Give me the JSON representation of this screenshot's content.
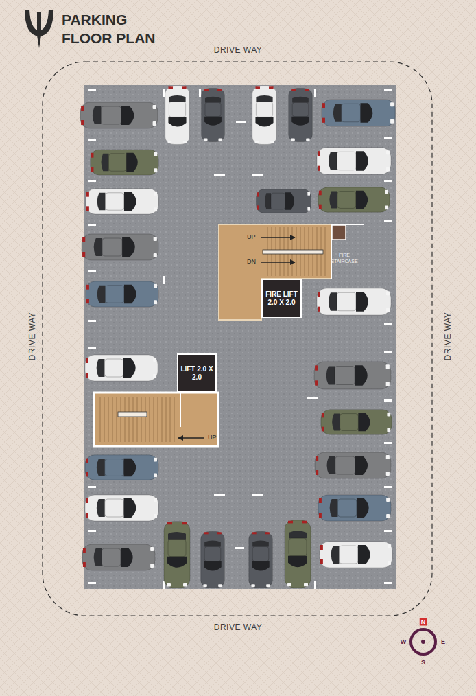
{
  "diagram": {
    "title": "PARKING FLOOR PLAN",
    "nodes": [
      {
        "text": [
          "UP",
          "DN"
        ]
      },
      {
        "text": [
          "FIRE LIFT 2.0 X 2.0"
        ]
      },
      {
        "text": [
          "LIFT 2.0 X 2.0"
        ]
      },
      {
        "text": [
          "UP"
        ]
      }
    ],
    "labels": [
      "DRIVE WAY",
      "DRIVE WAY",
      "DRIVE WAY",
      "DRIVE WAY",
      "FIRE STAIRCASE",
      "N",
      "W",
      "E",
      "S"
    ]
  }
}
